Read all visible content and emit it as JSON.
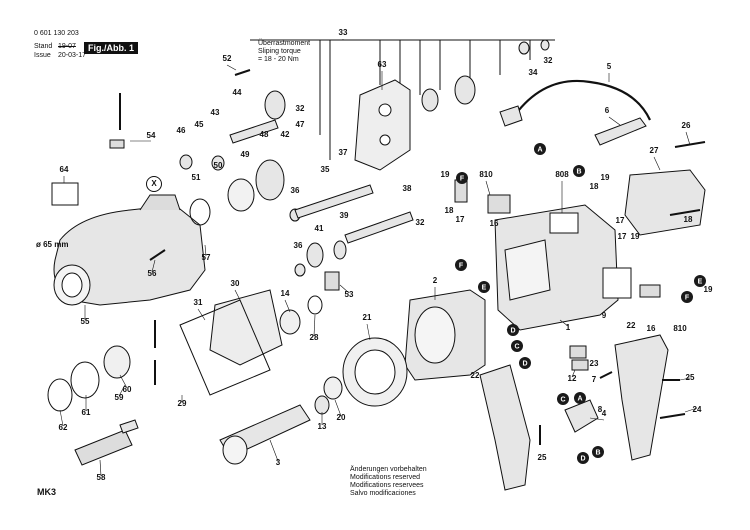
{
  "header": {
    "part_number": "0 601 130 203",
    "stand_label": "Stand",
    "issue_label": "Issue",
    "stand_date": "19-07",
    "issue_date": "20-03-17",
    "figure_label": "Fig./Abb. 1"
  },
  "notes": {
    "torque": "Überrastmoment\nSliping torque\n= 18 - 20 Nm",
    "cross_section": "ø 65 mm",
    "view_marker": "X",
    "model": "MK3"
  },
  "footer": {
    "lines": [
      "Änderungen vorbehalten",
      "Modifications reserved",
      "Modifications reservees",
      "Salvo modificaciones"
    ]
  },
  "callouts": [
    {
      "label": "A",
      "color": "#1a1a1a"
    },
    {
      "label": "B",
      "color": "#1a1a1a"
    },
    {
      "label": "C",
      "color": "#1a1a1a"
    },
    {
      "label": "D",
      "color": "#1a1a1a"
    },
    {
      "label": "E",
      "color": "#1a1a1a"
    },
    {
      "label": "F",
      "color": "#1a1a1a"
    }
  ],
  "part_labels": [
    "1",
    "2",
    "3",
    "4",
    "5",
    "6",
    "7",
    "8",
    "9",
    "12",
    "13",
    "14",
    "16",
    "17",
    "18",
    "19",
    "20",
    "21",
    "22",
    "23",
    "24",
    "25",
    "26",
    "27",
    "28",
    "29",
    "30",
    "31",
    "32",
    "33",
    "34",
    "35",
    "36",
    "37",
    "38",
    "39",
    "41",
    "42",
    "43",
    "44",
    "45",
    "46",
    "47",
    "48",
    "49",
    "50",
    "51",
    "52",
    "53",
    "54",
    "55",
    "56",
    "57",
    "58",
    "59",
    "60",
    "61",
    "62",
    "63",
    "64",
    "808",
    "810"
  ],
  "style": {
    "line_color": "#111111",
    "part_fill": "#e6e6e6"
  }
}
